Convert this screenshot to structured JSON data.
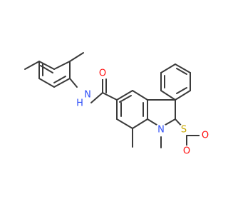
{
  "molecule": {
    "atoms": {
      "o_amide": {
        "text": "O",
        "color": "#ff0d0d"
      },
      "n_amide": {
        "text": "N",
        "color": "#3050f8"
      },
      "h_amide": {
        "text": "H",
        "color": "#3050f8"
      },
      "n_ring": {
        "text": "N",
        "color": "#3050f8"
      },
      "s_ring": {
        "text": "S",
        "color": "#c8a800"
      },
      "o_sulfonyl_1": {
        "text": "O",
        "color": "#ff0d0d"
      },
      "o_sulfonyl_2": {
        "text": "O",
        "color": "#ff0d0d"
      }
    },
    "bond_color": "#3a3a3a"
  }
}
